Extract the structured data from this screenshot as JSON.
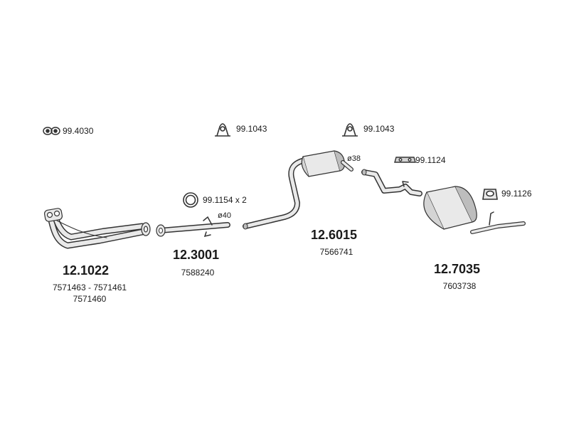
{
  "colors": {
    "line": "#333333",
    "fill": "#e9e9e9",
    "shade": "#bdbdbd",
    "text": "#1a1a1a"
  },
  "accessories": {
    "clamp_a": {
      "icon": "double-clamp-icon",
      "code": "99.4030"
    },
    "hanger_b": {
      "icon": "u-hanger-icon",
      "code": "99.1043"
    },
    "hanger_c": {
      "icon": "u-hanger-icon",
      "code": "99.1043"
    },
    "bracket_d": {
      "icon": "flat-bracket-icon",
      "code": "99.1124"
    },
    "gasket_e": {
      "icon": "ring-gasket-icon",
      "code": "99.1154 x 2"
    },
    "mount_f": {
      "icon": "rubber-mount-icon",
      "code": "99.1126"
    }
  },
  "parts": {
    "front_pipe": {
      "code": "12.1022",
      "oem_line1": "7571463 - 7571461",
      "oem_line2": "7571460"
    },
    "middle_pipe": {
      "code": "12.3001",
      "oem": "7588240",
      "diameter": "ø40"
    },
    "middle_silencer": {
      "code": "12.6015",
      "oem": "7566741",
      "diameter": "ø38"
    },
    "rear_silencer": {
      "code": "12.7035",
      "oem": "7603738"
    }
  }
}
